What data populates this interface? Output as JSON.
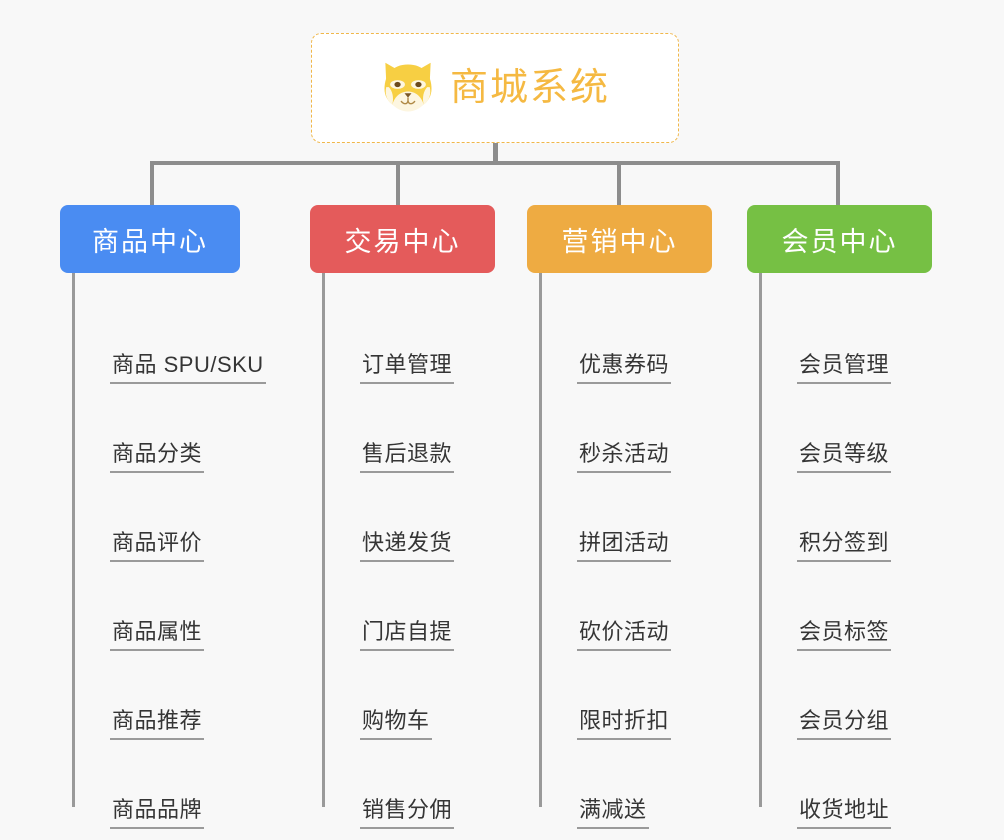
{
  "root": {
    "title": "商城系统",
    "icon": "shiba-dog-icon",
    "accent_color": "#f5b942",
    "border_color": "#f0b74a",
    "background": "#ffffff"
  },
  "canvas": {
    "background": "#f8f8f8",
    "connector_color": "#8d8d8d"
  },
  "branches": [
    {
      "label": "商品中心",
      "color": "#4a8cf2",
      "leaves": [
        "商品 SPU/SKU",
        "商品分类",
        "商品评价",
        "商品属性",
        "商品推荐",
        "商品品牌"
      ]
    },
    {
      "label": "交易中心",
      "color": "#e45b5b",
      "leaves": [
        "订单管理",
        "售后退款",
        "快递发货",
        "门店自提",
        "购物车",
        "销售分佣"
      ]
    },
    {
      "label": "营销中心",
      "color": "#eeab42",
      "leaves": [
        "优惠券码",
        "秒杀活动",
        "拼团活动",
        "砍价活动",
        "限时折扣",
        "满减送"
      ]
    },
    {
      "label": "会员中心",
      "color": "#76c044",
      "leaves": [
        "会员管理",
        "会员等级",
        "积分签到",
        "会员标签",
        "会员分组",
        "收货地址"
      ]
    }
  ]
}
